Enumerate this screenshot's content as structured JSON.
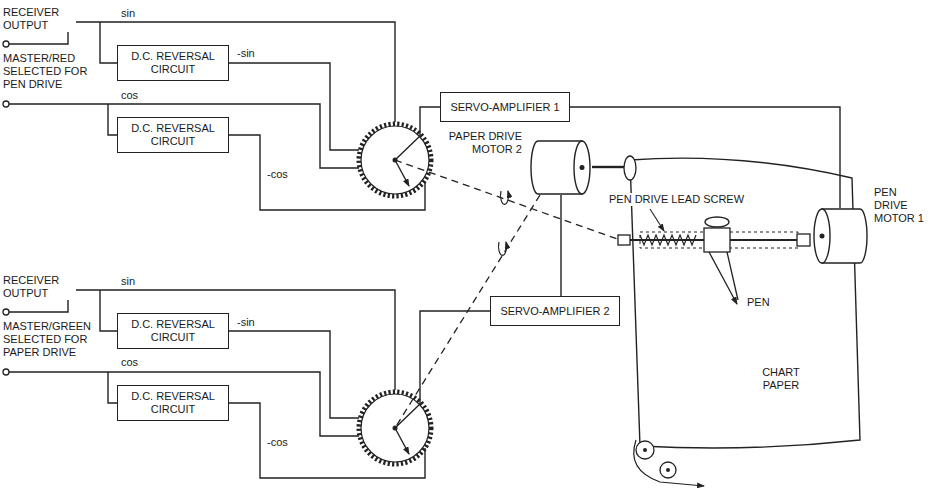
{
  "diagram": {
    "nodes": [
      {
        "text": [
          "D.C. REVERSAL CIRCUIT"
        ]
      },
      {
        "text": [
          "D.C. REVERSAL CIRCUIT"
        ]
      },
      {
        "text": [
          "SERVO-AMPLIFIER 1"
        ]
      },
      {
        "text": [
          "PEN DRIVE MOTOR 1"
        ]
      },
      {
        "text": [
          "PAPER DRIVE MOTOR 2"
        ]
      },
      {
        "text": [
          "SERVO-AMPLIFIER 2"
        ]
      },
      {
        "text": [
          "D.C. REVERSAL CIRCUIT"
        ]
      },
      {
        "text": [
          "D.C. REVERSAL CIRCUIT"
        ]
      }
    ],
    "edges": [
      {
        "from": 2,
        "to": 3,
        "arrow": "none"
      },
      {
        "from": 5,
        "to": 4,
        "arrow": "none"
      }
    ],
    "labels": [
      "RECEIVER OUTPUT",
      "sin",
      "MASTER/RED SELECTED FOR PEN DRIVE",
      "cos",
      "-sin",
      "-cos",
      "PEN DRIVE LEAD SCREW",
      "PEN",
      "CHART PAPER",
      "RECEIVER OUTPUT",
      "sin",
      "MASTER/GREEN SELECTED FOR PAPER DRIVE",
      "cos",
      "-sin",
      "-cos"
    ]
  }
}
